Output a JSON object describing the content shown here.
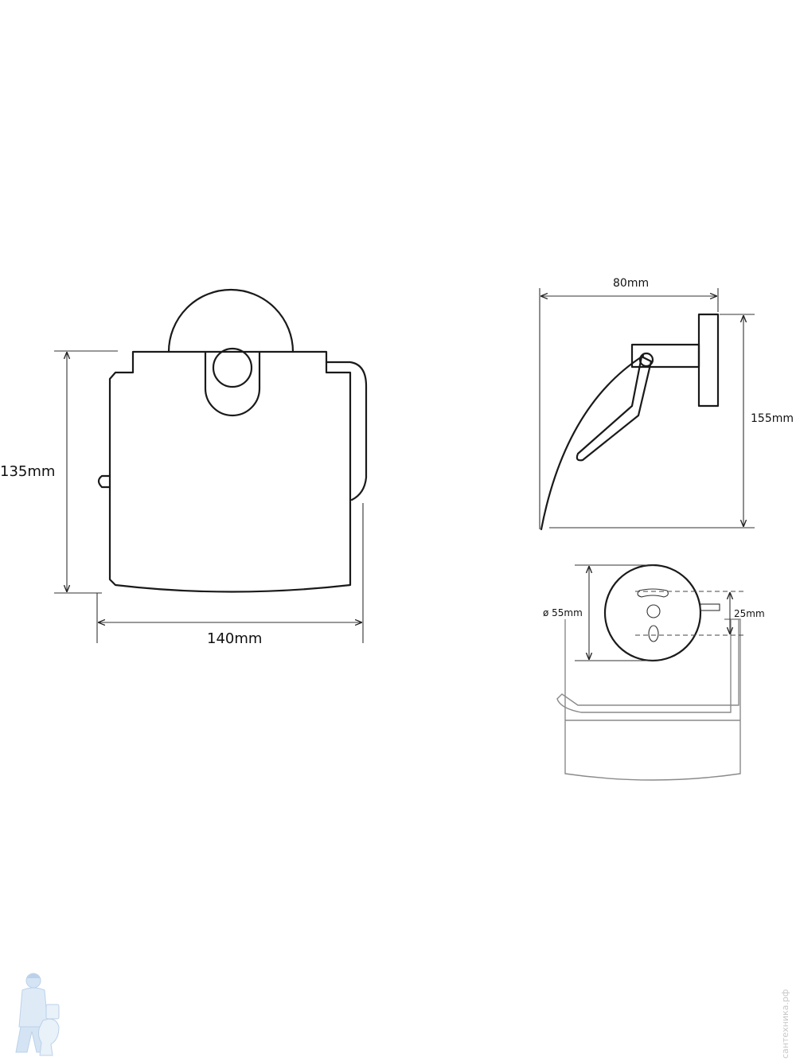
{
  "dimensions": {
    "height_front": "135mm",
    "width_front": "140mm",
    "depth_side": "80mm",
    "height_side": "155mm",
    "flange_diameter": "ø 55mm",
    "hole_spacing": "25mm"
  },
  "watermark": {
    "text": "сантехника.рф"
  },
  "colors": {
    "line": "#1a1a1a",
    "watermark": "#b9d3ee"
  }
}
